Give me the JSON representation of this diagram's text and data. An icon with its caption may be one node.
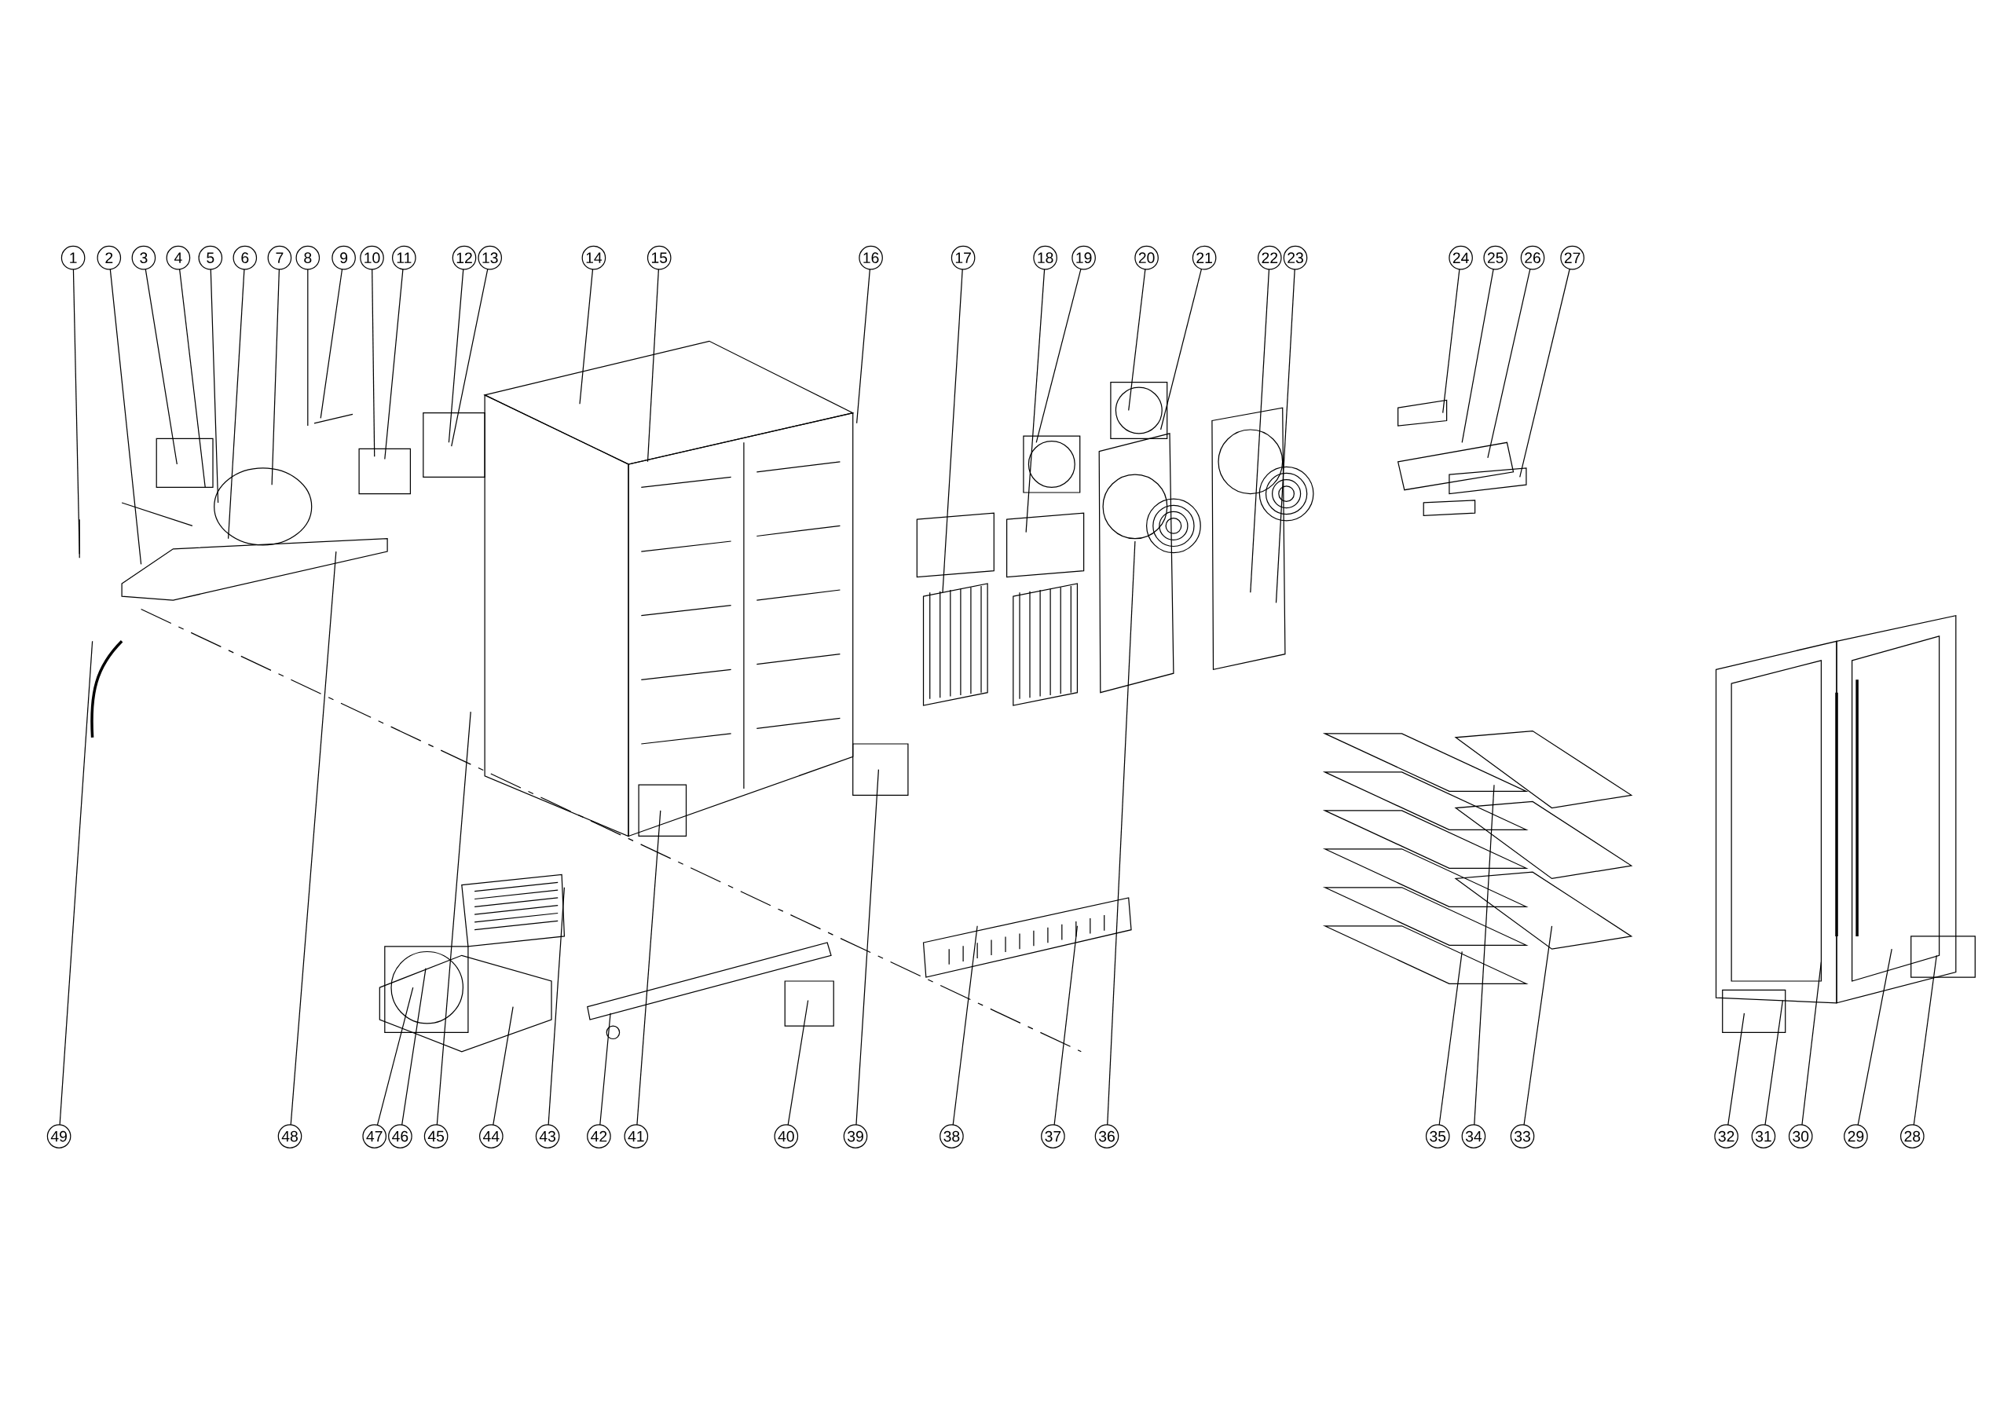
{
  "diagram": {
    "nodes": [
      {
        "text": [
          "1"
        ]
      },
      {
        "text": [
          "2"
        ]
      },
      {
        "text": [
          "3"
        ]
      },
      {
        "text": [
          "4"
        ]
      },
      {
        "text": [
          "5"
        ]
      },
      {
        "text": [
          "6"
        ]
      },
      {
        "text": [
          "7"
        ]
      },
      {
        "text": [
          "8"
        ]
      },
      {
        "text": [
          "9"
        ]
      },
      {
        "text": [
          "10"
        ]
      },
      {
        "text": [
          "11"
        ]
      },
      {
        "text": [
          "12"
        ]
      },
      {
        "text": [
          "13"
        ]
      },
      {
        "text": [
          "14"
        ]
      },
      {
        "text": [
          "15"
        ]
      },
      {
        "text": [
          "16"
        ]
      },
      {
        "text": [
          "17"
        ]
      },
      {
        "text": [
          "18"
        ]
      },
      {
        "text": [
          "19"
        ]
      },
      {
        "text": [
          "20"
        ]
      },
      {
        "text": [
          "21"
        ]
      },
      {
        "text": [
          "22"
        ]
      },
      {
        "text": [
          "23"
        ]
      },
      {
        "text": [
          "24"
        ]
      },
      {
        "text": [
          "25"
        ]
      },
      {
        "text": [
          "26"
        ]
      },
      {
        "text": [
          "27"
        ]
      },
      {
        "text": [
          "49"
        ]
      },
      {
        "text": [
          "48"
        ]
      },
      {
        "text": [
          "47"
        ]
      },
      {
        "text": [
          "46"
        ]
      },
      {
        "text": [
          "45"
        ]
      },
      {
        "text": [
          "44"
        ]
      },
      {
        "text": [
          "43"
        ]
      },
      {
        "text": [
          "42"
        ]
      },
      {
        "text": [
          "41"
        ]
      },
      {
        "text": [
          "40"
        ]
      },
      {
        "text": [
          "39"
        ]
      },
      {
        "text": [
          "38"
        ]
      },
      {
        "text": [
          "37"
        ]
      },
      {
        "text": [
          "36"
        ]
      },
      {
        "text": [
          "35"
        ]
      },
      {
        "text": [
          "34"
        ]
      },
      {
        "text": [
          "33"
        ]
      },
      {
        "text": [
          "32"
        ]
      },
      {
        "text": [
          "31"
        ]
      },
      {
        "text": [
          "30"
        ]
      },
      {
        "text": [
          "29"
        ]
      },
      {
        "text": [
          "28"
        ]
      }
    ],
    "edges": [
      {
        "from": 0,
        "to": null,
        "arrow": "none"
      },
      {
        "from": 1,
        "to": null,
        "arrow": "none"
      },
      {
        "from": 2,
        "to": null,
        "arrow": "none"
      },
      {
        "from": 3,
        "to": null,
        "arrow": "none"
      },
      {
        "from": 4,
        "to": null,
        "arrow": "none"
      },
      {
        "from": 5,
        "to": null,
        "arrow": "none"
      },
      {
        "from": 6,
        "to": null,
        "arrow": "none"
      },
      {
        "from": 7,
        "to": null,
        "arrow": "none"
      },
      {
        "from": 8,
        "to": null,
        "arrow": "none"
      },
      {
        "from": 9,
        "to": null,
        "arrow": "none"
      },
      {
        "from": 10,
        "to": null,
        "arrow": "none"
      },
      {
        "from": 11,
        "to": null,
        "arrow": "none"
      },
      {
        "from": 12,
        "to": null,
        "arrow": "none"
      },
      {
        "from": 13,
        "to": null,
        "arrow": "none"
      },
      {
        "from": 14,
        "to": null,
        "arrow": "none"
      },
      {
        "from": 15,
        "to": null,
        "arrow": "none"
      },
      {
        "from": 16,
        "to": null,
        "arrow": "none"
      },
      {
        "from": 17,
        "to": null,
        "arrow": "none"
      },
      {
        "from": 18,
        "to": null,
        "arrow": "none"
      },
      {
        "from": 19,
        "to": null,
        "arrow": "none"
      },
      {
        "from": 20,
        "to": null,
        "arrow": "none"
      },
      {
        "from": 21,
        "to": null,
        "arrow": "none"
      },
      {
        "from": 22,
        "to": null,
        "arrow": "none"
      },
      {
        "from": 23,
        "to": null,
        "arrow": "none"
      },
      {
        "from": 24,
        "to": null,
        "arrow": "none"
      },
      {
        "from": 25,
        "to": null,
        "arrow": "none"
      },
      {
        "from": 26,
        "to": null,
        "arrow": "none"
      },
      {
        "from": 27,
        "to": null,
        "arrow": "none"
      },
      {
        "from": 28,
        "to": null,
        "arrow": "none"
      },
      {
        "from": 29,
        "to": null,
        "arrow": "none"
      },
      {
        "from": 30,
        "to": null,
        "arrow": "none"
      },
      {
        "from": 31,
        "to": null,
        "arrow": "none"
      },
      {
        "from": 32,
        "to": null,
        "arrow": "none"
      },
      {
        "from": 33,
        "to": null,
        "arrow": "none"
      },
      {
        "from": 34,
        "to": null,
        "arrow": "none"
      },
      {
        "from": 35,
        "to": null,
        "arrow": "none"
      },
      {
        "from": 36,
        "to": null,
        "arrow": "none"
      },
      {
        "from": 37,
        "to": null,
        "arrow": "none"
      },
      {
        "from": 38,
        "to": null,
        "arrow": "none"
      },
      {
        "from": 39,
        "to": null,
        "arrow": "none"
      },
      {
        "from": 40,
        "to": null,
        "arrow": "none"
      },
      {
        "from": 41,
        "to": null,
        "arrow": "none"
      },
      {
        "from": 42,
        "to": null,
        "arrow": "none"
      },
      {
        "from": 43,
        "to": null,
        "arrow": "none"
      },
      {
        "from": 44,
        "to": null,
        "arrow": "none"
      },
      {
        "from": 45,
        "to": null,
        "arrow": "none"
      },
      {
        "from": 46,
        "to": null,
        "arrow": "none"
      },
      {
        "from": 47,
        "to": null,
        "arrow": "none"
      },
      {
        "from": 48,
        "to": null,
        "arrow": "none"
      }
    ]
  }
}
